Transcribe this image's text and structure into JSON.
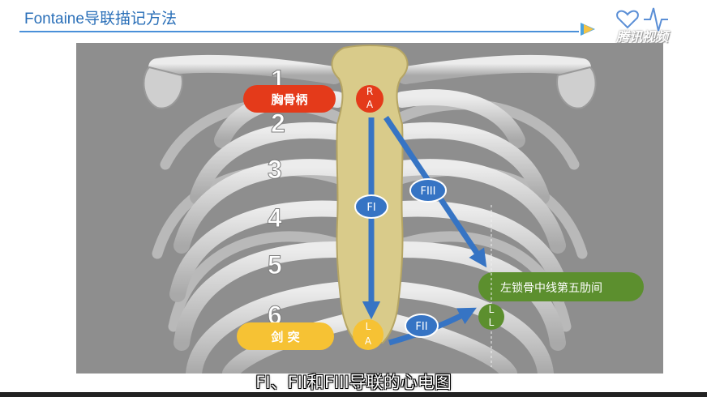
{
  "header": {
    "title": "Fontaine导联描记方法",
    "logo_text": "腾讯视频"
  },
  "diagram": {
    "rib_numbers": [
      "1",
      "2",
      "3",
      "4",
      "5",
      "6"
    ],
    "labels": {
      "manubrium": "胸骨柄",
      "xiphoid": "剑 突",
      "left_midclavicular": "左锁骨中线第五肋间"
    },
    "electrodes": {
      "ra": [
        "R",
        "A"
      ],
      "la": [
        "L",
        "A"
      ],
      "ll": [
        "L",
        "L"
      ]
    },
    "leads": {
      "fi": "FI",
      "fii": "FII",
      "fiii": "FIII"
    },
    "colors": {
      "title": "#2a6fb8",
      "red": "#e43a1a",
      "yellow": "#f6c234",
      "green": "#5c8f2e",
      "arrow_blue": "#3674c4",
      "sternum": "#d9cb8a"
    }
  },
  "caption": "FI、FII和FIII导联的心电图"
}
